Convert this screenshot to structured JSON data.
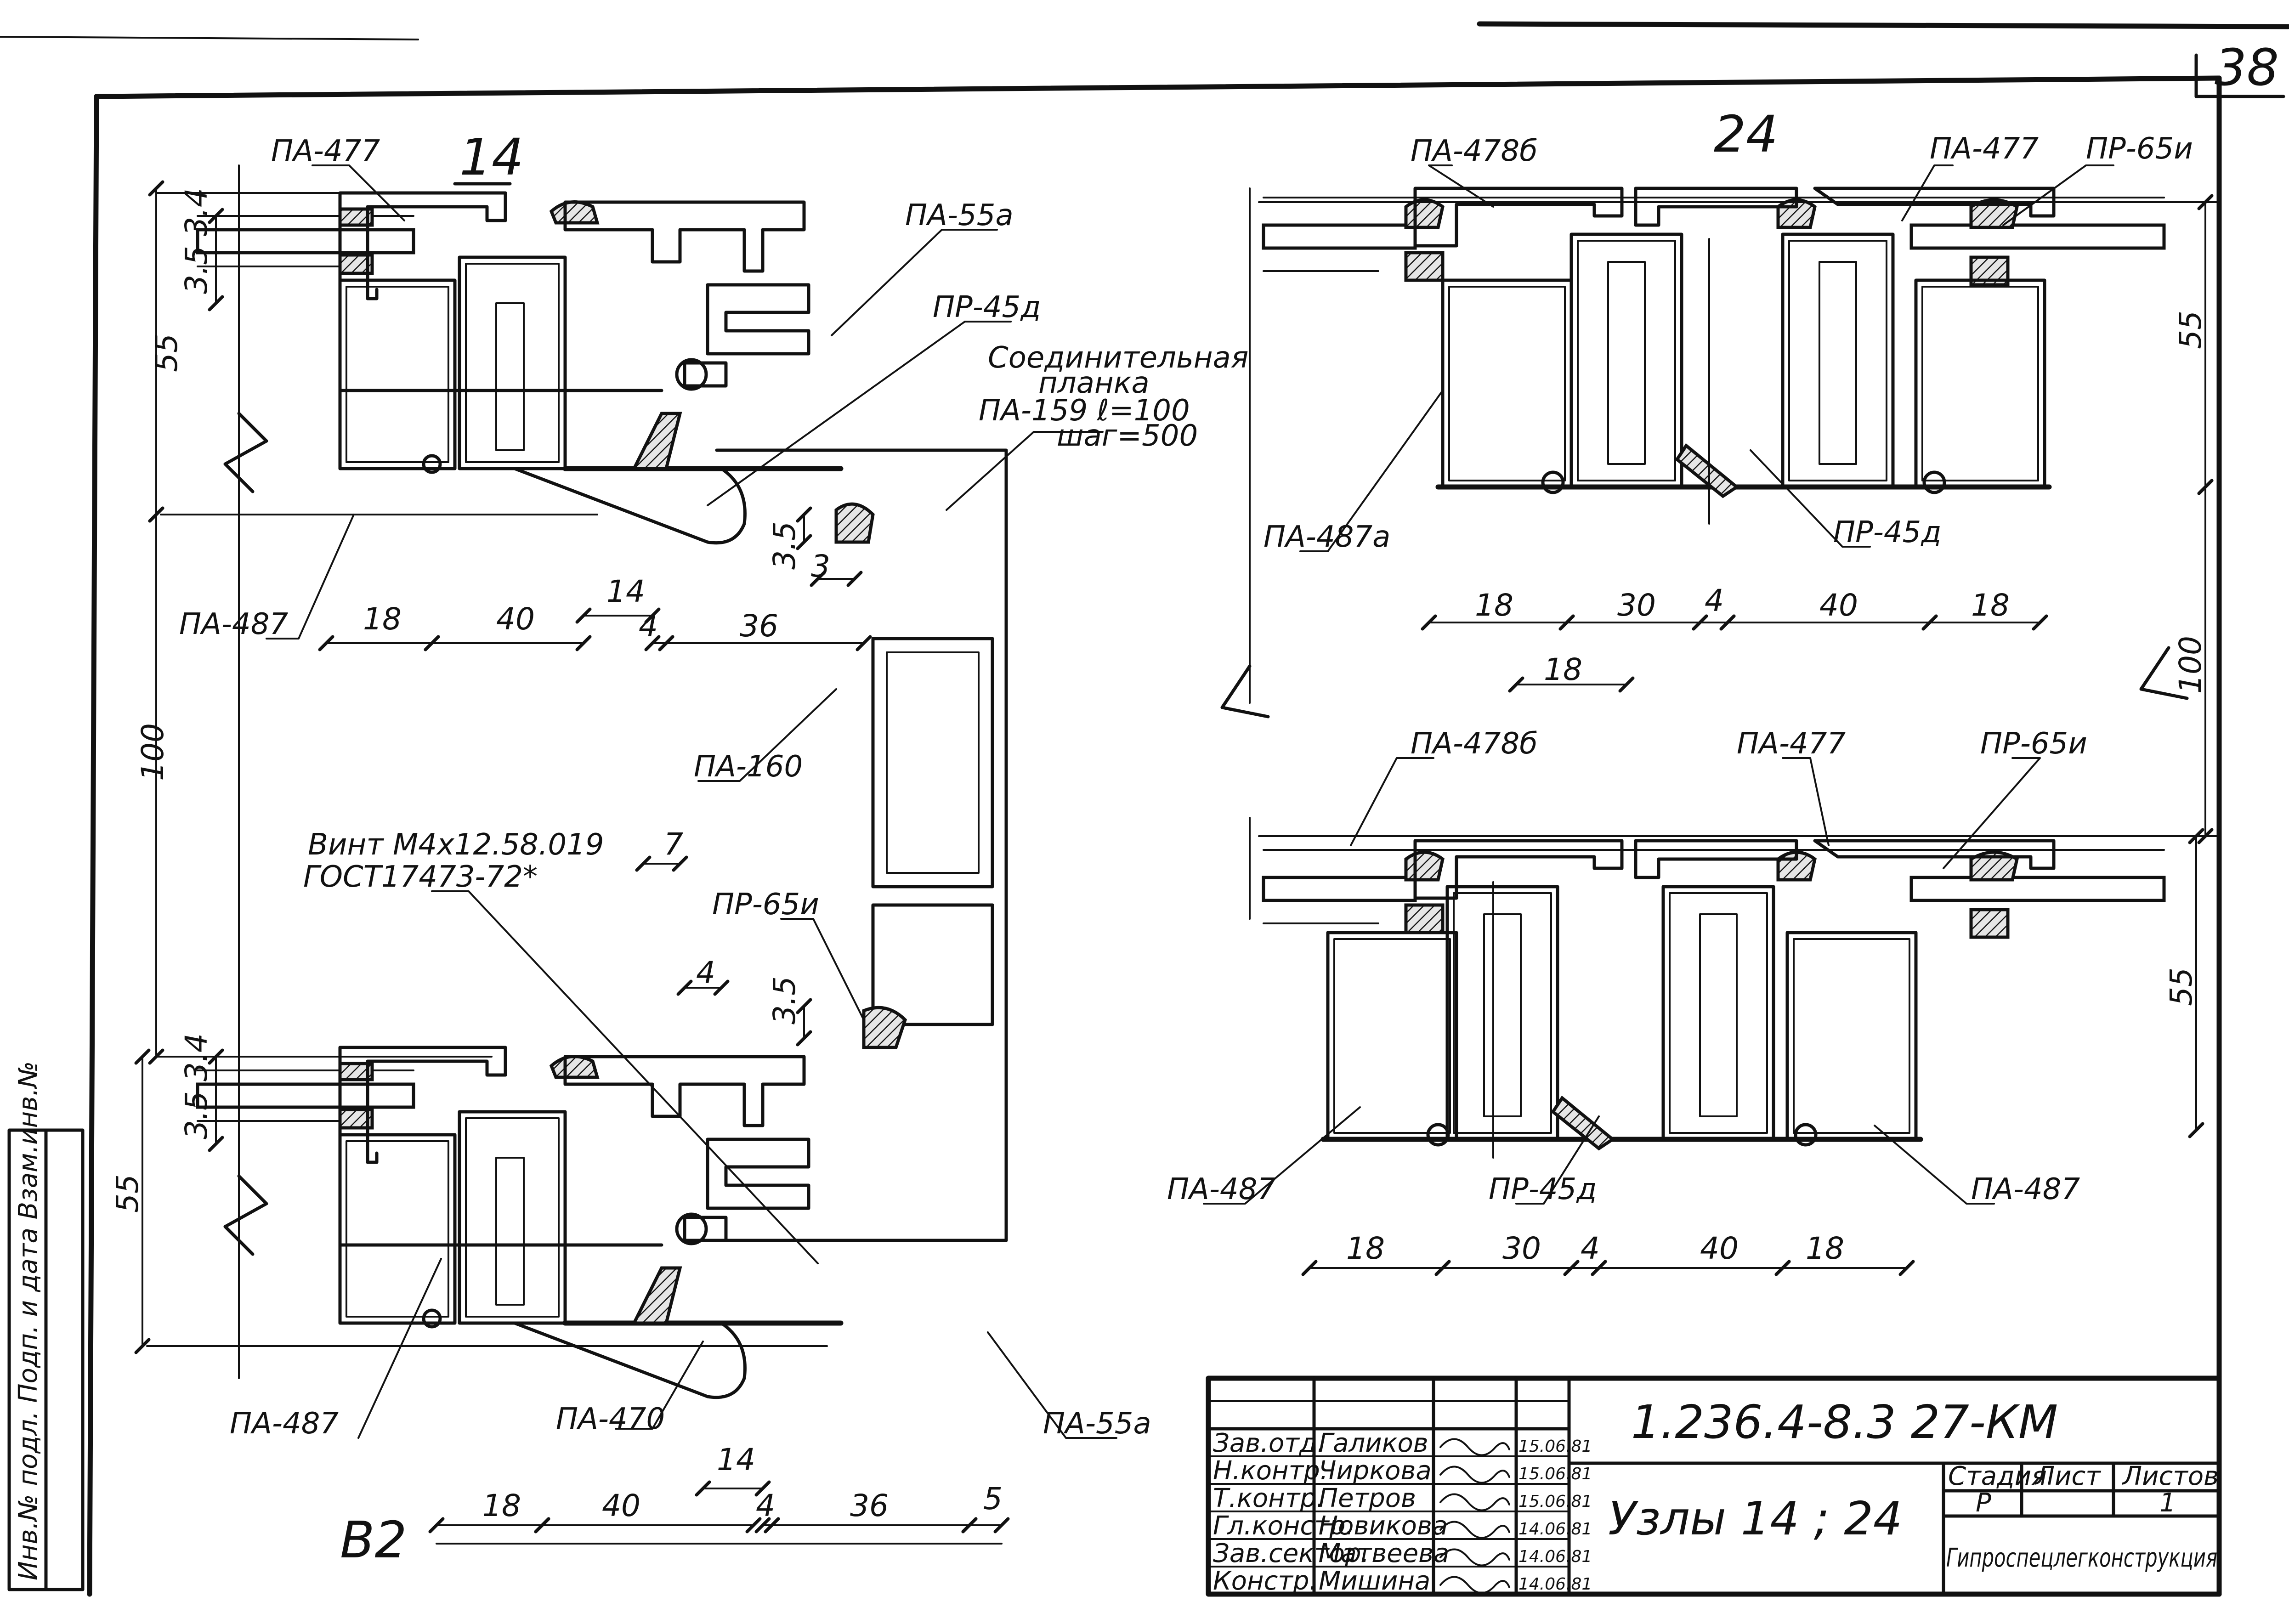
{
  "sheet_number": "38",
  "side_stamp": "Инв.№ подл. Подп. и дата Взам.инв.№",
  "node14": {
    "title": "14",
    "labels": {
      "pa477": "ПА-477",
      "pa55a_top": "ПА-55а",
      "pr45d": "ПР-45д",
      "connector_1": "Соединительная",
      "connector_2": "планка",
      "connector_3": "ПА-159  ℓ=100",
      "connector_4": "шаг=500",
      "pa487_top": "ПА-487",
      "pa160": "ПА-160",
      "screw_1": "Винт М4х12.58.019",
      "screw_2": "ГОСТ17473-72*",
      "pr65i": "ПР-65и",
      "pa487_bottom": "ПА-487",
      "pa470": "ПА-470",
      "pa55a_bottom": "ПА-55а",
      "b2": "В2"
    },
    "dims": {
      "top_row": [
        "18",
        "40",
        "14",
        "4",
        "36"
      ],
      "bottom_row": [
        "18",
        "40",
        "14",
        "4",
        "36",
        "5"
      ],
      "v55_top": "55",
      "v100": "100",
      "v55_bottom": "55",
      "stack_top": "3.5 3.4",
      "stack_bottom": "3.5 3.4",
      "d35": "3.5",
      "d3": "3",
      "d7": "7",
      "d4": "4",
      "d35_b": "3.5"
    }
  },
  "node24": {
    "title": "24",
    "labels": {
      "pa478b_top": "ПА-478б",
      "pa477_top": "ПА-477",
      "pr65i_top": "ПР-65и",
      "pa487a": "ПА-487а",
      "pr45d_top": "ПР-45д",
      "pa478b_bottom": "ПА-478б",
      "pa477_bottom": "ПА-477",
      "pr65i_bottom": "ПР-65и",
      "pa487_left": "ПА-487",
      "pr45d_bottom": "ПР-45д",
      "pa487_right": "ПА-487"
    },
    "dims": {
      "top_row": [
        "18",
        "30",
        "4",
        "40",
        "18"
      ],
      "bottom_row": [
        "18",
        "30",
        "4",
        "40",
        "18"
      ],
      "gap18": "18",
      "v55_top": "55",
      "v100": "100",
      "v55_bottom": "55"
    }
  },
  "title_block": {
    "code": "1.236.4-8.3  27-КМ",
    "name": "Узлы 14 ; 24",
    "stage_h": "Стадия",
    "sheet_h": "Лист",
    "sheets_h": "Листов",
    "stage": "Р",
    "sheet": "",
    "sheets": "1",
    "org": "Гипроспецлегконструкция",
    "rows": [
      {
        "role": "Зав.отд.",
        "name": "Галиков",
        "date": "15.06.81"
      },
      {
        "role": "Н.контр.",
        "name": "Чиркова",
        "date": "15.06.81"
      },
      {
        "role": "Т.контр.",
        "name": "Петров",
        "date": "15.06.81"
      },
      {
        "role": "Гл.констр.",
        "name": "Новикова",
        "date": "14.06.81"
      },
      {
        "role": "Зав.сектор.",
        "name": "Матвеева",
        "date": "14.06.81"
      },
      {
        "role": "Констр.",
        "name": "Мишина",
        "date": "14.06.81"
      }
    ]
  }
}
